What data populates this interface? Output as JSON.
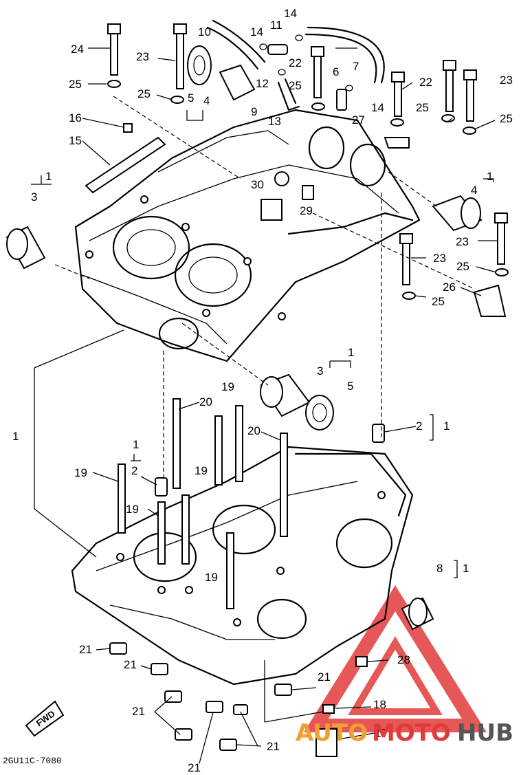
{
  "diagram": {
    "code": "2GU11C-7080",
    "fwd_label": "FWD",
    "callouts": {
      "c1": "1",
      "c2": "2",
      "c3": "3",
      "c4": "4",
      "c5": "5",
      "c6": "6",
      "c7": "7",
      "c8": "8",
      "c9": "9",
      "c10": "10",
      "c11": "11",
      "c12": "12",
      "c13": "13",
      "c14": "14",
      "c15": "15",
      "c16": "16",
      "c18": "18",
      "c19": "19",
      "c20": "20",
      "c21": "21",
      "c22": "22",
      "c23": "23",
      "c24": "24",
      "c25": "25",
      "c26": "26",
      "c27": "27",
      "c28": "28",
      "c29": "29",
      "c30": "30",
      "c17": "17"
    }
  },
  "watermark": {
    "text_left": "AUTO",
    "text_mid": "MOTO",
    "text_right": "HUB",
    "color_red": "#e23a3a",
    "color_orange": "#f0a030",
    "color_dark": "#555555"
  }
}
